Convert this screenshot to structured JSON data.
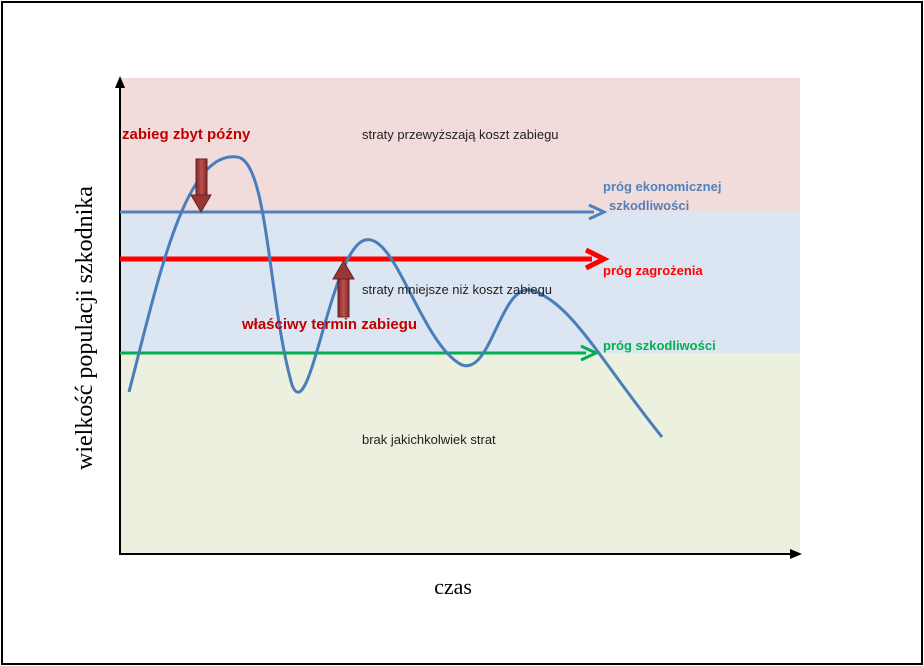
{
  "axes": {
    "ylabel": "wielkość populacji szkodnika",
    "xlabel": "czas"
  },
  "zones": {
    "top": {
      "label": "straty przewyższają koszt zabiegu",
      "color": "#f2dcdb"
    },
    "middle": {
      "label": "straty mniejsze niż koszt zabiegu",
      "color": "#dce6f2"
    },
    "bottom": {
      "label": "brak jakichkolwiek strat",
      "color": "#ebf1de"
    }
  },
  "thresholds": {
    "economic": {
      "line1": "próg ekonomicznej",
      "line2": "szkodliwości",
      "color": "#4f81bd"
    },
    "threat": {
      "label": "próg zagrożenia",
      "color": "#ff0000"
    },
    "harm": {
      "label": "próg szkodliwości",
      "color": "#00b050"
    }
  },
  "annotations": {
    "too_late": {
      "label": "zabieg zbyt późny",
      "color": "#c00000"
    },
    "proper": {
      "label": "właściwy termin zabiegu",
      "color": "#c00000"
    }
  },
  "curve_color": "#4a7ebb",
  "marker_color": "#953735"
}
